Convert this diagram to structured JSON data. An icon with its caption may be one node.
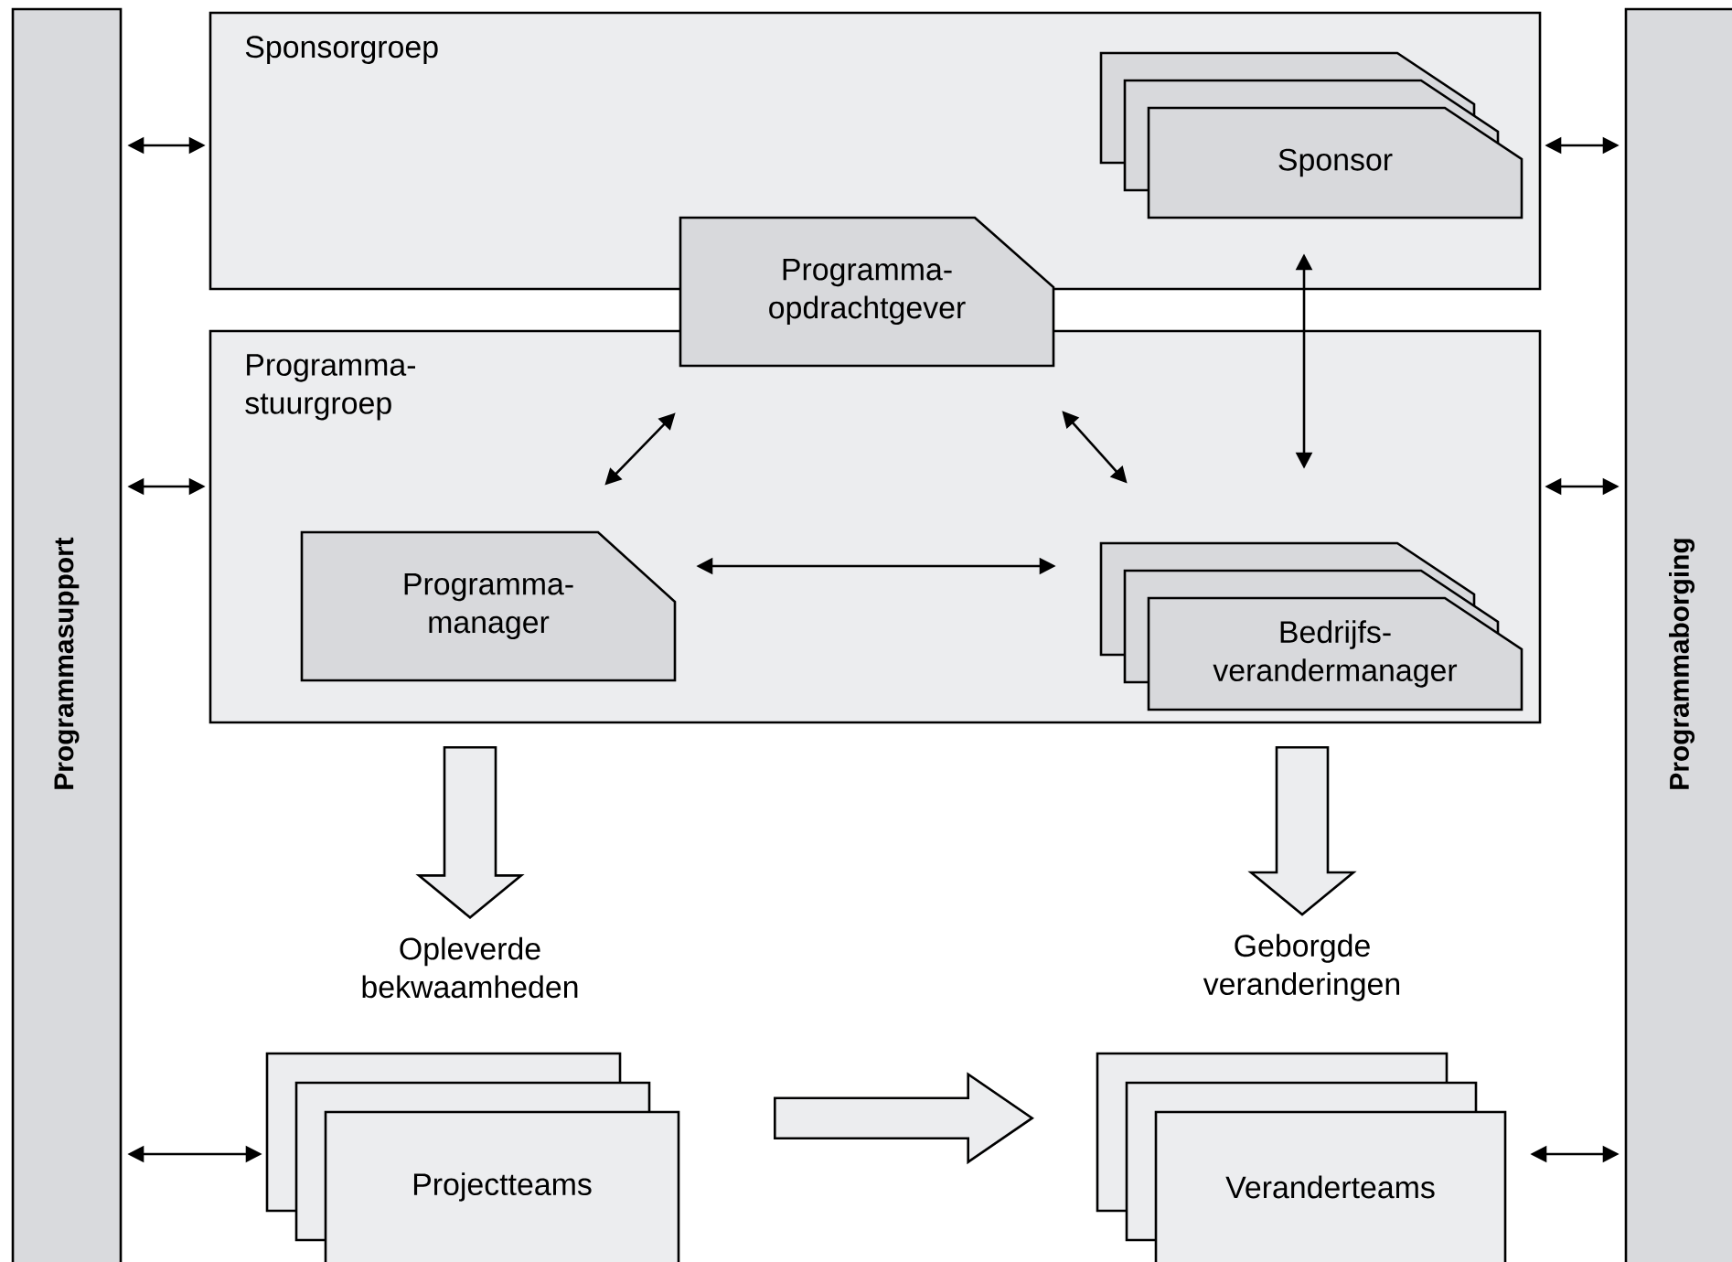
{
  "diagram": {
    "nodes": [
      {
        "text": [
          "Programmasupport"
        ]
      },
      {
        "text": [
          "Sponsorgroep"
        ]
      },
      {
        "text": [
          "Programma-stuurgroep"
        ]
      },
      {
        "text": [
          "Programma-opdrachtgever"
        ]
      },
      {
        "text": [
          "Sponsor"
        ],
        "in": 1
      },
      {
        "text": [
          "Programma-manager"
        ],
        "in": 2
      },
      {
        "text": [
          "Bedrijfs-verandermanager"
        ],
        "in": 2
      },
      {
        "text": [
          "Programmaborging"
        ]
      },
      {
        "text": [
          "Opleverde bekwaamheden"
        ]
      },
      {
        "text": [
          "Geborgde veranderingen"
        ]
      },
      {
        "text": [
          "Projectteams"
        ]
      },
      {
        "text": [
          "Veranderteams"
        ]
      }
    ],
    "edges": [
      {
        "from": 0,
        "to": 1,
        "arrow": "both"
      },
      {
        "from": 0,
        "to": 2,
        "arrow": "both"
      },
      {
        "from": 0,
        "to": 10,
        "arrow": "both"
      },
      {
        "from": 1,
        "to": 7,
        "arrow": "both"
      },
      {
        "from": 2,
        "to": 7,
        "arrow": "both"
      },
      {
        "from": 11,
        "to": 7,
        "arrow": "both"
      },
      {
        "from": 3,
        "to": 5,
        "arrow": "both"
      },
      {
        "from": 3,
        "to": 6,
        "arrow": "both"
      },
      {
        "from": 5,
        "to": 6,
        "arrow": "both"
      },
      {
        "from": 4,
        "to": 6,
        "arrow": "both"
      },
      {
        "from": 2,
        "to": 8,
        "arrow": "to",
        "style": "thick"
      },
      {
        "from": 2,
        "to": 9,
        "arrow": "to",
        "style": "thick"
      },
      {
        "from": 10,
        "to": 11,
        "arrow": "to",
        "style": "thick"
      }
    ]
  }
}
